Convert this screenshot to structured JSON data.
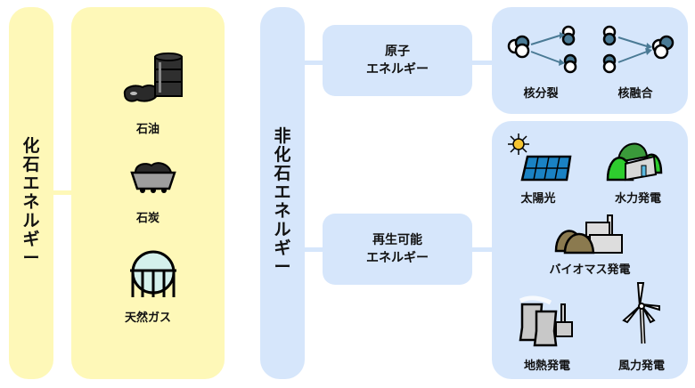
{
  "fossil": {
    "title_chars": [
      "化",
      "石",
      "エ",
      "ネ",
      "ル",
      "ギ",
      "ー"
    ],
    "items": [
      {
        "label": "石油",
        "icon": "oil-drum-icon"
      },
      {
        "label": "石炭",
        "icon": "coal-cart-icon"
      },
      {
        "label": "天然ガス",
        "icon": "gas-tank-icon"
      }
    ],
    "color": "#fef8b8"
  },
  "non_fossil": {
    "title_chars": [
      "非",
      "化",
      "石",
      "エ",
      "ネ",
      "ル",
      "ギ",
      "ー"
    ],
    "color": "#d6e6fb",
    "nuclear": {
      "line1": "原子",
      "line2": "エネルギー",
      "items": [
        {
          "label": "核分裂",
          "icon": "nuclear-fission-icon"
        },
        {
          "label": "核融合",
          "icon": "nuclear-fusion-icon"
        }
      ]
    },
    "renewable": {
      "line1": "再生可能",
      "line2": "エネルギー",
      "items": [
        {
          "label": "太陽光",
          "icon": "solar-panel-icon"
        },
        {
          "label": "水力発電",
          "icon": "hydro-dam-icon"
        },
        {
          "label": "バイオマス発電",
          "icon": "biomass-plant-icon"
        },
        {
          "label": "地熱発電",
          "icon": "geothermal-plant-icon"
        },
        {
          "label": "風力発電",
          "icon": "wind-turbine-icon"
        }
      ]
    }
  }
}
